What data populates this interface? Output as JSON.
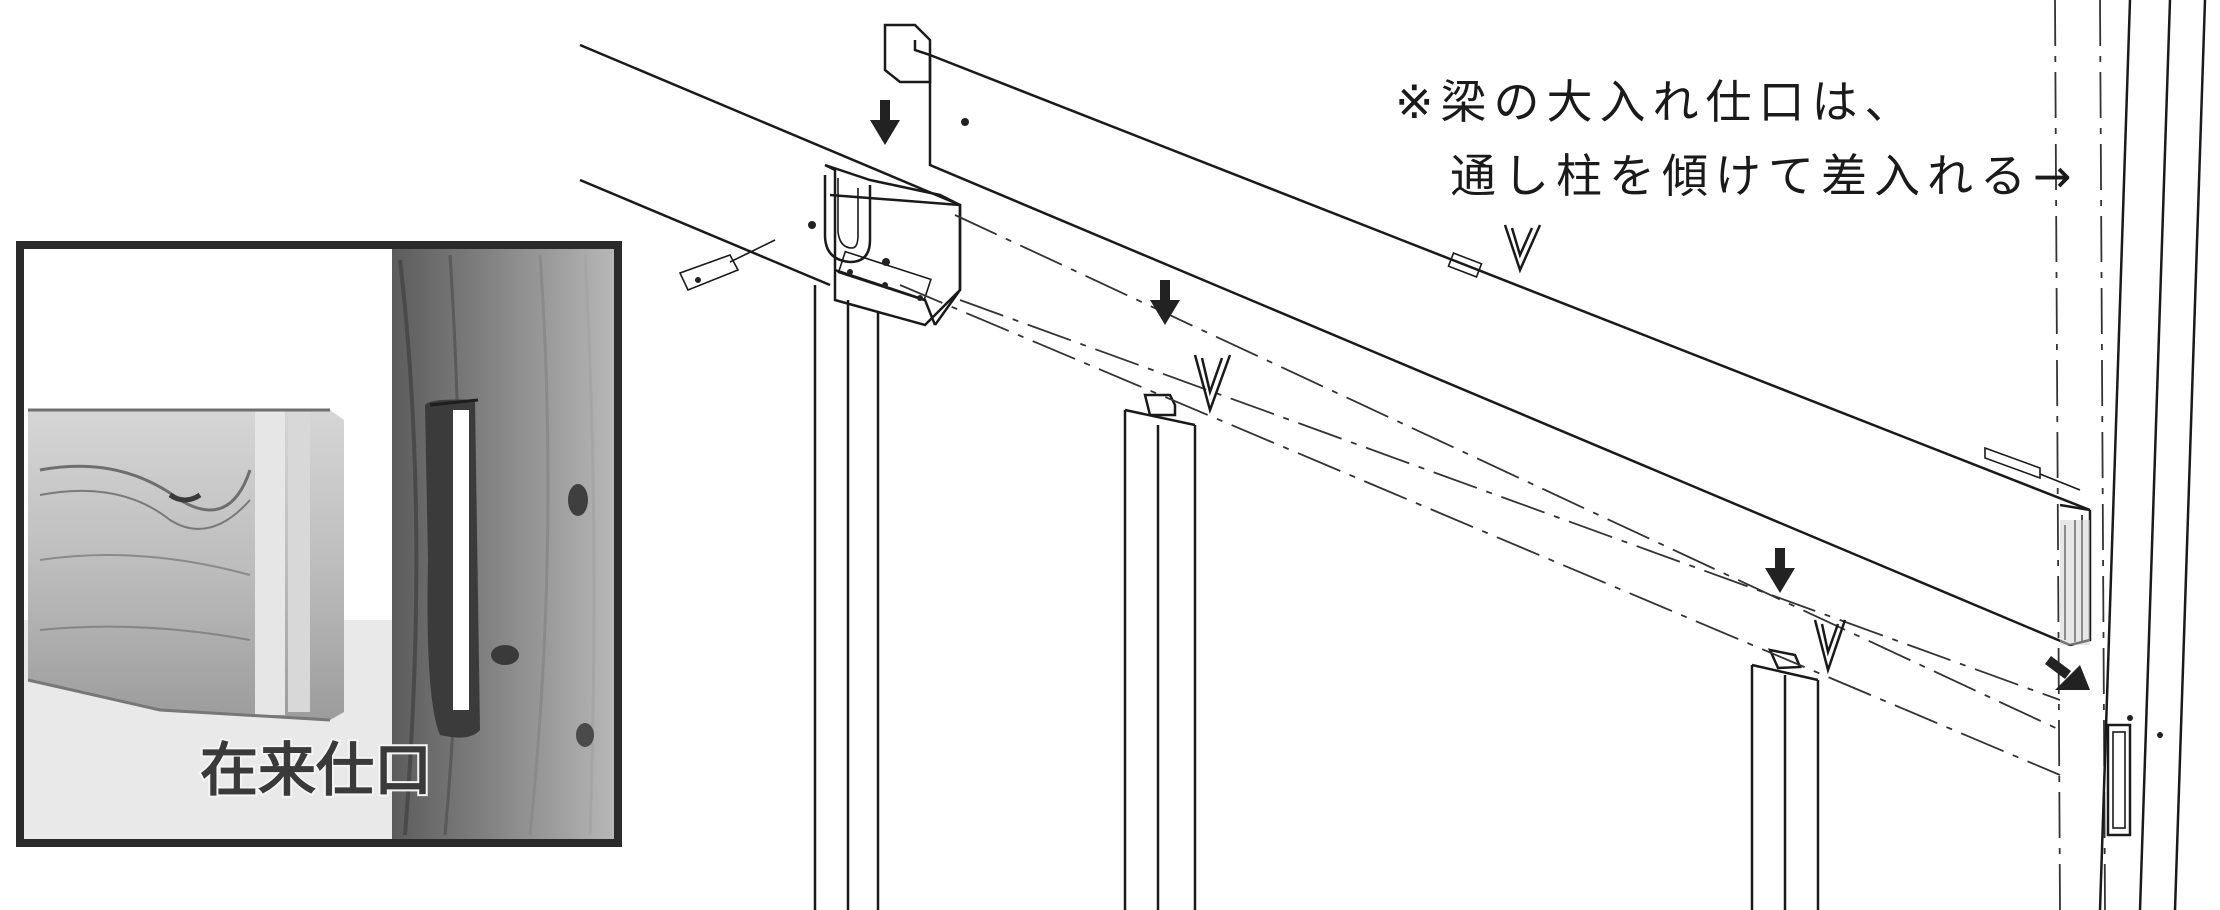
{
  "diagram": {
    "note_line1": "※梁の大入れ仕口は、",
    "note_line2": "通し柱を傾けて差入れる→",
    "photo_label": "在来仕口"
  },
  "colors": {
    "line": "#1a1a1a",
    "photo_frame": "#2a2a2a",
    "wood_light": "#b9b9b9",
    "wood_dark": "#6b6b6b"
  },
  "icons": [
    "down-arrow-icon",
    "down-right-arrow-icon",
    "cramp-clip-icon",
    "hardware-strap-icon"
  ]
}
